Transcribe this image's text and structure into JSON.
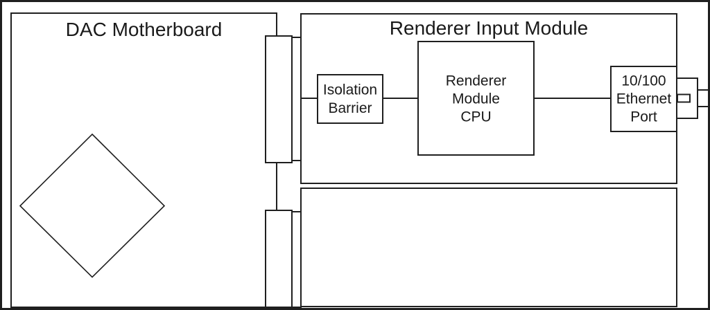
{
  "colors": {
    "stroke": "#1f1f1f",
    "text": "#1a1a1a",
    "background": "#ffffff"
  },
  "diagram": {
    "dac_motherboard": {
      "title": "DAC Motherboard"
    },
    "renderer_input_module": {
      "title": "Renderer Input Module",
      "isolation_barrier": {
        "lines": [
          "Isolation",
          "Barrier"
        ]
      },
      "renderer_module_cpu": {
        "lines": [
          "Renderer",
          "Module",
          "CPU"
        ]
      },
      "ethernet_port": {
        "lines": [
          "10/100",
          "Ethernet",
          "Port"
        ]
      }
    }
  }
}
